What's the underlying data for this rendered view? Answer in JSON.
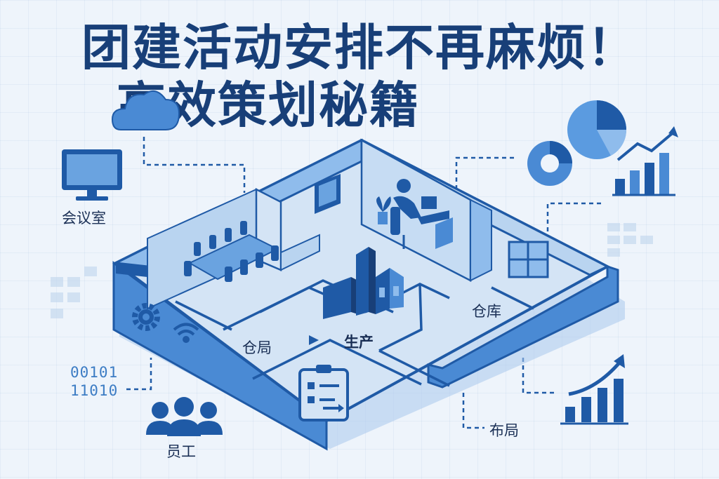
{
  "title": {
    "line1": "团建活动安排不再麻烦！",
    "line2": "高效策划秘籍"
  },
  "labels": {
    "meeting_room": "会议室",
    "staff": "员工",
    "layout": "布局",
    "warehouse_room": "仓库",
    "storage_office": "仓局",
    "production": "生产"
  },
  "binary": {
    "line1": "00101",
    "line2": "11010"
  },
  "icons": [
    "cloud-icon",
    "monitor-icon",
    "pie-chart-icon",
    "donut-chart-icon",
    "bar-chart-icon",
    "gear-icon",
    "wifi-icon",
    "people-icon",
    "factory-icon",
    "clipboard-icon",
    "worker-at-desk-icon",
    "plant-icon"
  ],
  "colors": {
    "primary": "#1f5aa6",
    "dark": "#183f78",
    "light": "#a9c9ec",
    "background": "#eef4fb"
  }
}
